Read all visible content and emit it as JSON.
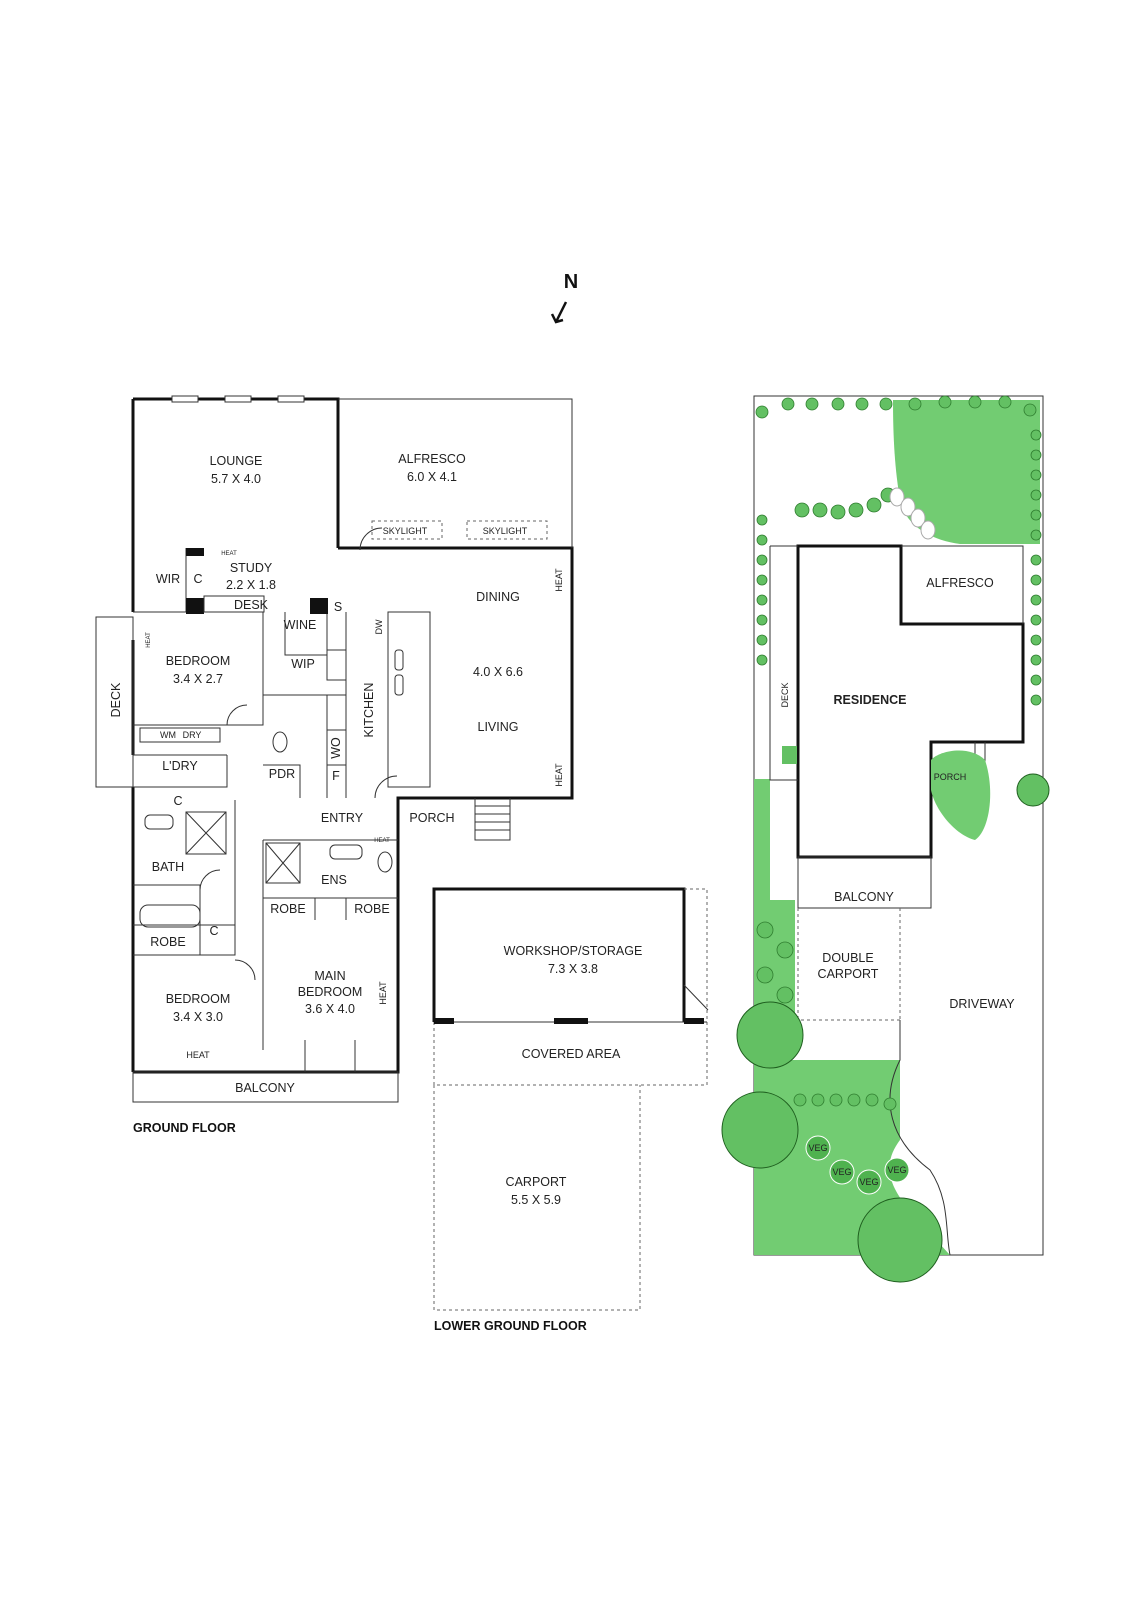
{
  "north": {
    "label": "N"
  },
  "ground_floor": {
    "title": "GROUND FLOOR",
    "lounge": {
      "name": "LOUNGE",
      "dims": "5.7 X 4.0"
    },
    "alfresco": {
      "name": "ALFRESCO",
      "dims": "6.0 X 4.1"
    },
    "skylight_1": "SKYLIGHT",
    "skylight_2": "SKYLIGHT",
    "study": {
      "name": "STUDY",
      "dims": "2.2 X 1.8"
    },
    "heat_study": "HEAT",
    "wir": "WIR",
    "c1": "C",
    "desk": "DESK",
    "wine": "WINE",
    "s": "S",
    "dining": "DINING",
    "heat_dining": "HEAT",
    "dw": "DW",
    "living_dims": "4.0 X 6.6",
    "living": "LIVING",
    "heat_living": "HEAT",
    "kitchen": "KITCHEN",
    "wip": "WIP",
    "wo": "WO",
    "f": "F",
    "pdr": "PDR",
    "deck": "DECK",
    "bedroom1": {
      "name": "BEDROOM",
      "dims": "3.4 X 2.7"
    },
    "heat_bed1": "HEAT",
    "wm": "WM",
    "dry": "DRY",
    "ldry": "L'DRY",
    "c2": "C",
    "entry": "ENTRY",
    "porch": "PORCH",
    "heat_entry": "HEAT",
    "bath": "BATH",
    "ens": "ENS",
    "robe1": "ROBE",
    "robe2": "ROBE",
    "robe3": "ROBE",
    "c3": "C",
    "bedroom2": {
      "name": "BEDROOM",
      "dims": "3.4 X 3.0"
    },
    "main_bedroom": {
      "name1": "MAIN",
      "name2": "BEDROOM",
      "dims": "3.6 X 4.0"
    },
    "heat_main": "HEAT",
    "heat_bed2": "HEAT",
    "balcony": "BALCONY"
  },
  "lower_ground": {
    "title": "LOWER GROUND FLOOR",
    "workshop": {
      "name": "WORKSHOP/STORAGE",
      "dims": "7.3 X 3.8"
    },
    "covered": "COVERED AREA",
    "carport": {
      "name": "CARPORT",
      "dims": "5.5 X 5.9"
    }
  },
  "site": {
    "alfresco": "ALFRESCO",
    "residence": "RESIDENCE",
    "deck": "DECK",
    "porch": "PORCH",
    "balcony": "BALCONY",
    "double_carport_1": "DOUBLE",
    "double_carport_2": "CARPORT",
    "driveway": "DRIVEWAY",
    "veg": [
      "VEG",
      "VEG",
      "VEG",
      "VEG"
    ]
  },
  "colors": {
    "grass": "#72cc72",
    "walls": "#111111"
  }
}
